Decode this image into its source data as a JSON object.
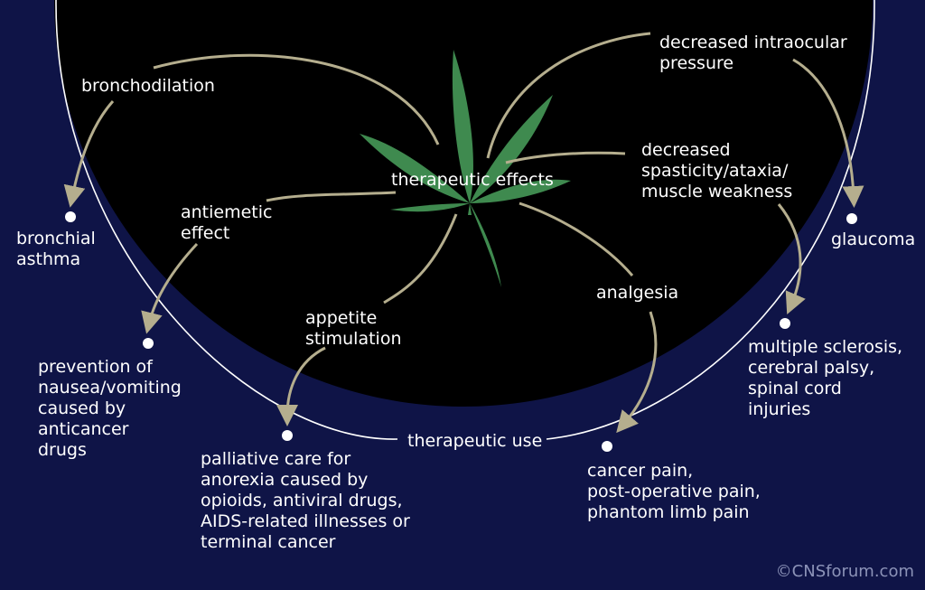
{
  "center_label": "therapeutic effects",
  "ring_label": "therapeutic use",
  "effects": {
    "bronchodilation": "bronchodilation",
    "antiemetic": "antiemetic\neffect",
    "appetite": "appetite\nstimulation",
    "intraocular": "decreased intraocular\npressure",
    "spasticity": "decreased\nspasticity/ataxia/\nmuscle weakness",
    "analgesia": "analgesia"
  },
  "uses": {
    "asthma": "bronchial\nasthma",
    "nausea": "prevention of\nnausea/vomiting\ncaused by\nanticancer\ndrugs",
    "anorexia": "palliative care for\nanorexia caused by\nopioids, antiviral drugs,\nAIDS-related illnesses or\nterminal cancer",
    "pain": "cancer pain,\npost-operative pain,\nphantom limb pain",
    "ms": "multiple sclerosis,\ncerebral palsy,\nspinal cord\ninjuries",
    "glaucoma": "glaucoma"
  },
  "credit": "©CNSforum.com",
  "colors": {
    "background": "#0f1447",
    "disc": "#000000",
    "arrow": "#b5ae8e",
    "leaf": "#3f8a4f",
    "ring": "#ffffff"
  }
}
